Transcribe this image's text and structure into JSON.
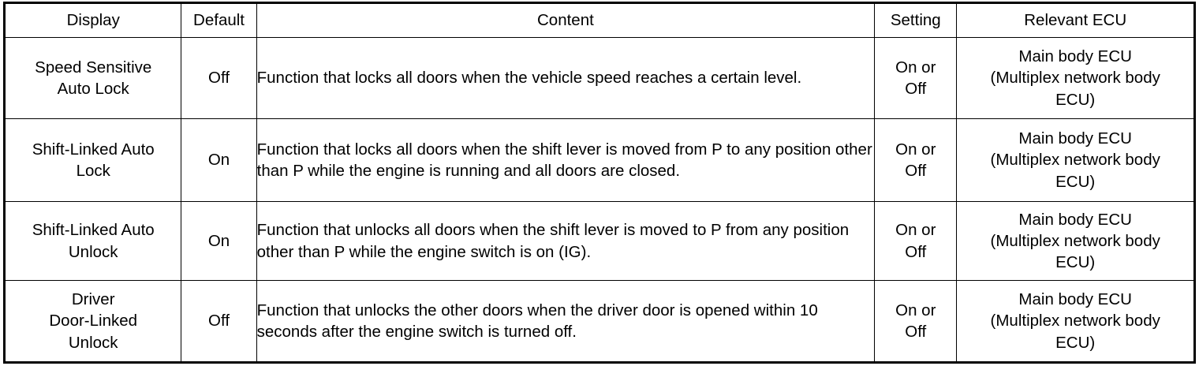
{
  "table": {
    "headers": [
      {
        "key": "display",
        "label": "Display"
      },
      {
        "key": "default",
        "label": "Default"
      },
      {
        "key": "content",
        "label": "Content"
      },
      {
        "key": "setting",
        "label": "Setting"
      },
      {
        "key": "ecu",
        "label": "Relevant ECU"
      }
    ],
    "rows": [
      {
        "display_lines": [
          "Speed Sensitive",
          "Auto Lock"
        ],
        "default": "Off",
        "content": "Function that locks all doors when the vehicle speed reaches a certain level.",
        "setting_lines": [
          "On or",
          "Off"
        ],
        "ecu_lines": [
          "Main body ECU",
          "(Multiplex network body",
          "ECU)"
        ]
      },
      {
        "display_lines": [
          "Shift-Linked Auto",
          "Lock"
        ],
        "default": "On",
        "content": "Function that locks all doors when the shift lever is moved from P to any position other than P while the engine is running and all doors are closed.",
        "setting_lines": [
          "On or",
          "Off"
        ],
        "ecu_lines": [
          "Main body ECU",
          "(Multiplex network body",
          "ECU)"
        ]
      },
      {
        "display_lines": [
          "Shift-Linked Auto",
          "Unlock"
        ],
        "default": "On",
        "content": "Function that unlocks all doors when the shift lever is moved to P from any position other than P while the engine switch is on (IG).",
        "setting_lines": [
          "On or",
          "Off"
        ],
        "ecu_lines": [
          "Main body ECU",
          "(Multiplex network body",
          "ECU)"
        ]
      },
      {
        "display_lines": [
          "Driver",
          "Door-Linked",
          "Unlock"
        ],
        "default": "Off",
        "content": "Function that unlocks the other doors when the driver door is opened within 10 seconds after the engine switch is turned off.",
        "setting_lines": [
          "On or",
          "Off"
        ],
        "ecu_lines": [
          "Main body ECU",
          "(Multiplex network body",
          "ECU)"
        ]
      }
    ]
  },
  "colors": {
    "border": "#000000",
    "background": "#ffffff",
    "text": "#000000"
  }
}
